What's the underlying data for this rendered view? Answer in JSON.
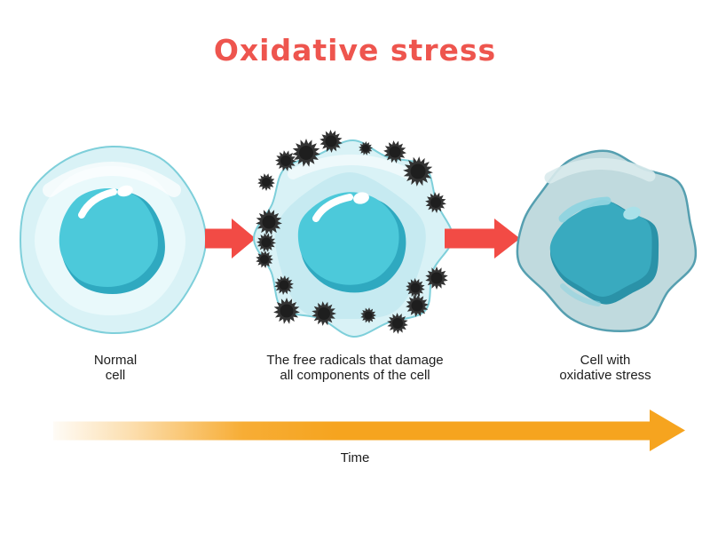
{
  "title": {
    "text": "Oxidative stress"
  },
  "captions": {
    "normal_cell": "Normal\ncell",
    "free_radicals": "The free radicals that damage\nall components of the cell",
    "stressed_cell": "Cell with\noxidative stress"
  },
  "timeline": {
    "label": "Time"
  },
  "colors": {
    "title_red": "#ee554e",
    "arrow_red": "#f24b45",
    "time_orange": "#f6a41f",
    "text_dark": "#1d1d1d",
    "cell_pale": "#d9f2f6",
    "cell_light": "#e9f9fb",
    "cell_inner": "#c6eaf1",
    "membrane": "#7ecfda",
    "nucleus": "#4cc9da",
    "nucleus_dark": "#2fa9c0",
    "stressed_body": "#c0dade",
    "stressed_highlight": "#d9eaec",
    "stressed_membrane": "#559fb0",
    "stressed_nucleus": "#39aabf",
    "stressed_nucleus_dark": "#2a92a8",
    "stressed_nucleus_light": "#8fd4df",
    "radical_dark": "#333333",
    "radical_core": "#1e1e1e"
  },
  "free_radicals": {
    "count": 19,
    "positions": [
      [
        373,
        159,
        13
      ],
      [
        345,
        172,
        16
      ],
      [
        322,
        181,
        12
      ],
      [
        412,
        167,
        8
      ],
      [
        445,
        171,
        13
      ],
      [
        471,
        193,
        17
      ],
      [
        300,
        205,
        10
      ],
      [
        491,
        228,
        12
      ],
      [
        303,
        250,
        15
      ],
      [
        300,
        273,
        11
      ],
      [
        298,
        292,
        10
      ],
      [
        320,
        321,
        11
      ],
      [
        323,
        350,
        15
      ],
      [
        365,
        353,
        14
      ],
      [
        415,
        355,
        9
      ],
      [
        448,
        364,
        12
      ],
      [
        470,
        344,
        13
      ],
      [
        468,
        324,
        11
      ],
      [
        492,
        313,
        13
      ]
    ]
  }
}
